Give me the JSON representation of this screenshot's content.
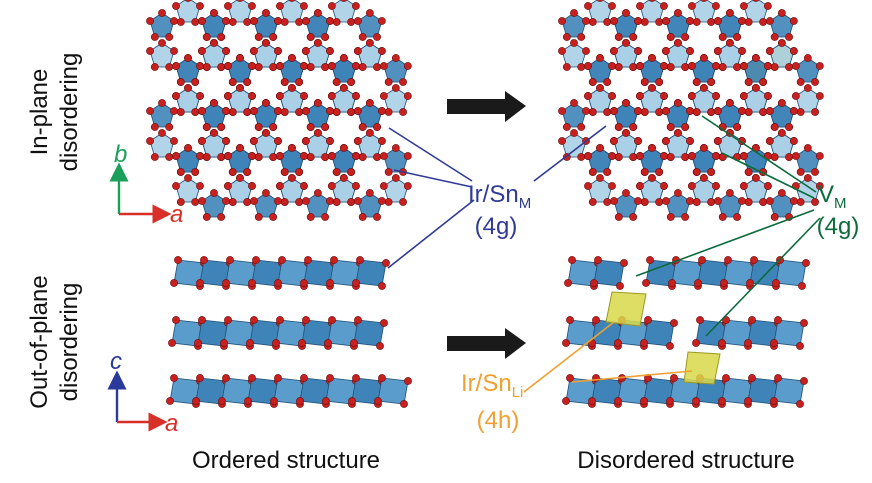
{
  "rows": {
    "in_plane": [
      "In-plane",
      "disordering"
    ],
    "out_of_plane": [
      "Out-of-plane",
      "disordering"
    ]
  },
  "axes": {
    "top": {
      "vertical": "b",
      "horizontal": "a"
    },
    "bottom": {
      "vertical": "c",
      "horizontal": "a"
    }
  },
  "captions": {
    "ordered": "Ordered structure",
    "disordered": "Disordered structure"
  },
  "sites": {
    "irsn_m": {
      "main": "Ir/Sn",
      "sub": "M",
      "site": "(4g)"
    },
    "v_m": {
      "main": "V",
      "sub": "M",
      "site": "(4g)"
    },
    "irsn_li": {
      "main": "Ir/Sn",
      "sub": "Li",
      "site": "(4h)"
    }
  },
  "colors": {
    "octahedron": "#3f84b8",
    "octahedron_light": "#a9cfe6",
    "oxygen": "#c8201f",
    "vacancy": "#d8d84a",
    "irsn_m_label": "#2f3b94",
    "v_m_label": "#0c6b3c",
    "irsn_li_label": "#f0a030",
    "axis_b": "#1aa05a",
    "axis_c": "#2a3a9a",
    "axis_a": "#d83028",
    "arrow": "#1a1a1a"
  }
}
